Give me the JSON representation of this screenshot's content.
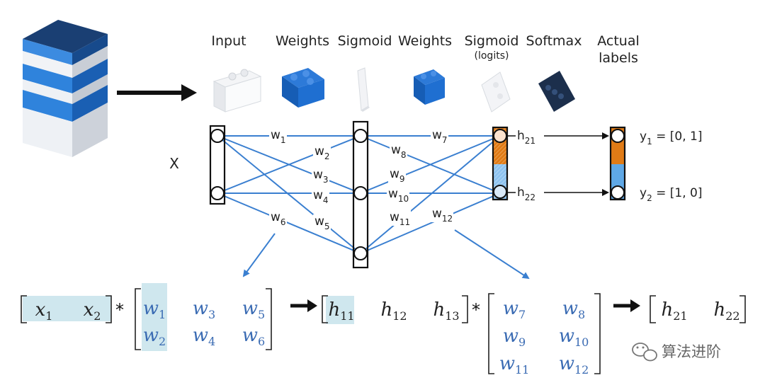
{
  "headers": {
    "input": "Input",
    "weights1": "Weights",
    "sigmoid": "Sigmoid",
    "weights2": "Weights",
    "sigmoid_logits": "Sigmoid",
    "logits_note": "(logits)",
    "softmax": "Softmax",
    "actual_line1": "Actual",
    "actual_line2": "labels"
  },
  "x_label": "X",
  "weight_labels": [
    {
      "base": "w",
      "sub": "1"
    },
    {
      "base": "w",
      "sub": "2"
    },
    {
      "base": "w",
      "sub": "3"
    },
    {
      "base": "w",
      "sub": "4"
    },
    {
      "base": "w",
      "sub": "5"
    },
    {
      "base": "w",
      "sub": "6"
    },
    {
      "base": "w",
      "sub": "7"
    },
    {
      "base": "w",
      "sub": "8"
    },
    {
      "base": "w",
      "sub": "9"
    },
    {
      "base": "w",
      "sub": "10"
    },
    {
      "base": "w",
      "sub": "11"
    },
    {
      "base": "w",
      "sub": "12"
    }
  ],
  "hidden_outputs": [
    {
      "base": "h",
      "sub": "21"
    },
    {
      "base": "h",
      "sub": "22"
    }
  ],
  "labels": [
    {
      "base": "y",
      "sub": "1",
      "value": " = [0, 1]"
    },
    {
      "base": "y",
      "sub": "2",
      "value": " = [1, 0]"
    }
  ],
  "equation": {
    "x_vec": [
      {
        "base": "x",
        "sub": "1"
      },
      {
        "base": "x",
        "sub": "2"
      }
    ],
    "op": "*",
    "w_matrix1": [
      [
        {
          "base": "w",
          "sub": "1"
        },
        {
          "base": "w",
          "sub": "3"
        },
        {
          "base": "w",
          "sub": "5"
        }
      ],
      [
        {
          "base": "w",
          "sub": "2"
        },
        {
          "base": "w",
          "sub": "4"
        },
        {
          "base": "w",
          "sub": "6"
        }
      ]
    ],
    "h_vec": [
      {
        "base": "h",
        "sub": "11"
      },
      {
        "base": "h",
        "sub": "12"
      },
      {
        "base": "h",
        "sub": "13"
      }
    ],
    "w_matrix2": [
      [
        {
          "base": "w",
          "sub": "7"
        },
        {
          "base": "w",
          "sub": "8"
        }
      ],
      [
        {
          "base": "w",
          "sub": "9"
        },
        {
          "base": "w",
          "sub": "10"
        }
      ],
      [
        {
          "base": "w",
          "sub": "11"
        },
        {
          "base": "w",
          "sub": "12"
        }
      ]
    ],
    "out_vec": [
      {
        "base": "h",
        "sub": "21"
      },
      {
        "base": "h",
        "sub": "22"
      }
    ]
  },
  "watermark": "算法进阶",
  "colors": {
    "edge_blue": "#3a7fd0",
    "matrix_blue": "#3a6bb3",
    "highlight": "#cfe7ee",
    "softmax_orange": "#e07b16",
    "softmax_blue": "#5fa8e6",
    "brick_blue": "#1f6fd1"
  },
  "icons": [
    "tensor-stack-icon",
    "white-brick-icon",
    "blue-brick-icon",
    "thin-white-brick-icon",
    "small-blue-brick-icon",
    "white-plate-icon",
    "dark-plate-icon",
    "wechat-icon"
  ]
}
